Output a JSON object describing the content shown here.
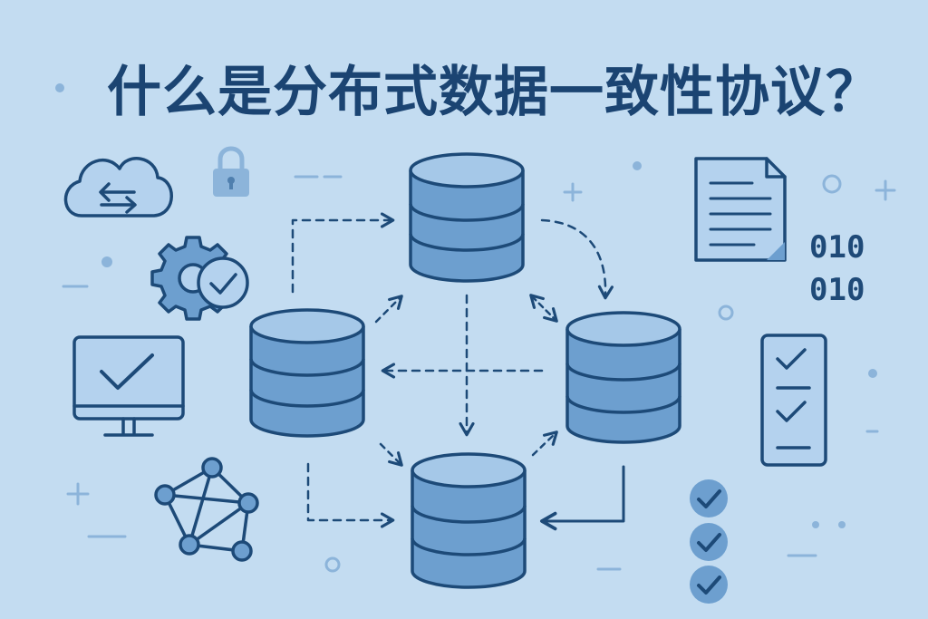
{
  "title": "什么是分布式数据一致性协议？",
  "binary": [
    "010",
    "010"
  ],
  "colors": {
    "background": "#c3dcf1",
    "stroke": "#1d4a78",
    "db_fill": "#6d9fcf",
    "db_top": "#a5c8e8",
    "icon_fill": "#b4d2ee",
    "check_badge": "#6d9fcf"
  },
  "icons": [
    "cloud-sync-icon",
    "padlock-icon",
    "gear-check-icon",
    "monitor-check-icon",
    "network-graph-icon",
    "document-icon",
    "binary-icon",
    "checklist-icon",
    "check-badge-icon"
  ],
  "databases": [
    "top-database",
    "left-database",
    "right-database",
    "bottom-database"
  ]
}
